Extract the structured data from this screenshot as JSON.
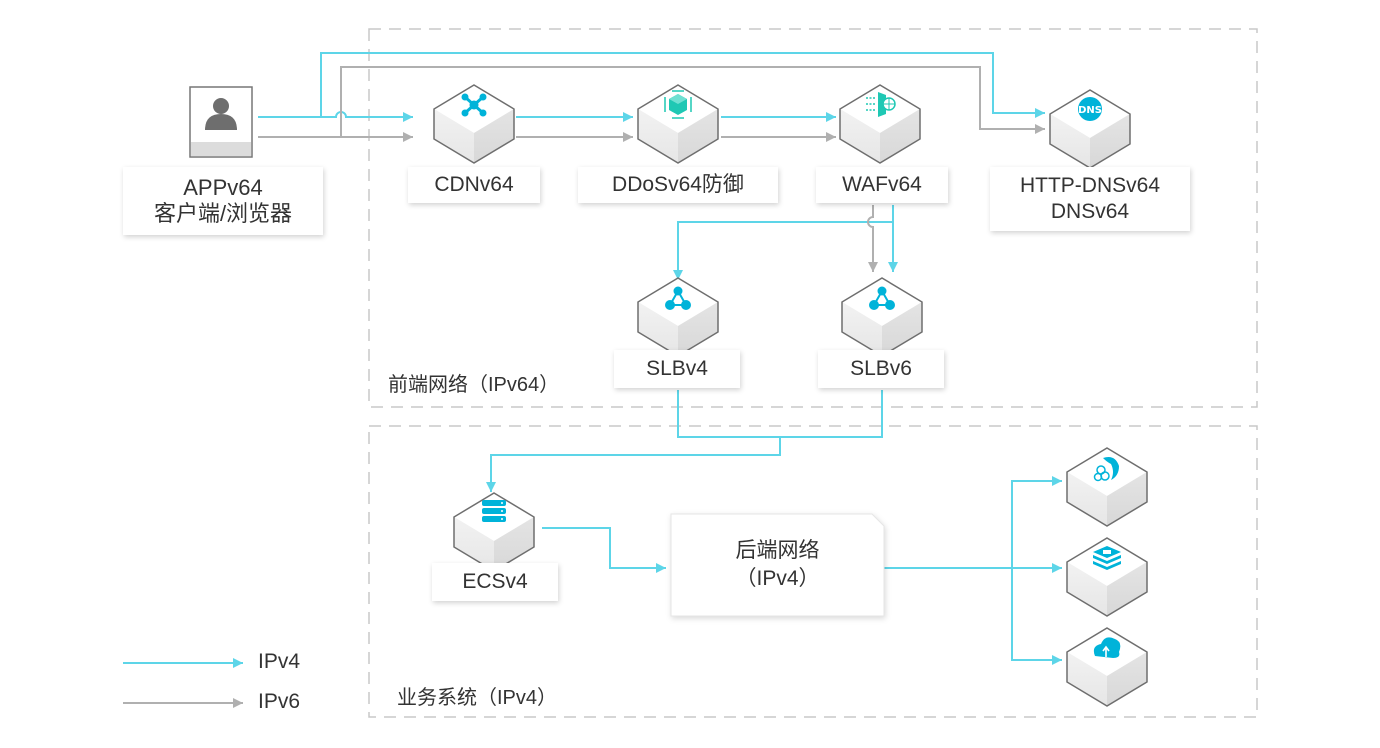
{
  "colors": {
    "ipv4": "#5dd5e8",
    "ipv6": "#b0b0b0",
    "icon": "#00b3d9",
    "icon_green": "#1fc8b4",
    "zone_border": "#c8c8c8"
  },
  "zones": {
    "frontend": {
      "label": "前端网络（IPv64）"
    },
    "business": {
      "label": "业务系统（IPv4）"
    }
  },
  "nodes": {
    "app": {
      "lines": [
        "APPv64",
        "客户端/浏览器"
      ],
      "icon": "user-icon"
    },
    "cdn": {
      "label": "CDNv64",
      "icon": "cdn-icon"
    },
    "ddos": {
      "label": "DDoSv64防御",
      "icon": "ddos-shield-icon"
    },
    "waf": {
      "label": "WAFv64",
      "icon": "waf-icon"
    },
    "dns": {
      "lines": [
        "HTTP-DNSv64",
        "DNSv64"
      ],
      "icon": "dns-icon"
    },
    "slbv4": {
      "label": "SLBv4",
      "icon": "slb-icon"
    },
    "slbv6": {
      "label": "SLBv6",
      "icon": "slb-icon"
    },
    "ecs": {
      "label": "ECSv4",
      "icon": "server-icon"
    },
    "backend": {
      "lines": [
        "后端网络",
        "（IPv4）"
      ]
    },
    "rds": {
      "icon": "database-dolphin-icon"
    },
    "redis": {
      "icon": "redis-icon"
    },
    "oss": {
      "icon": "cloud-upload-icon"
    }
  },
  "legend": [
    {
      "label": "IPv4",
      "type": "ipv4"
    },
    {
      "label": "IPv6",
      "type": "ipv6"
    }
  ]
}
